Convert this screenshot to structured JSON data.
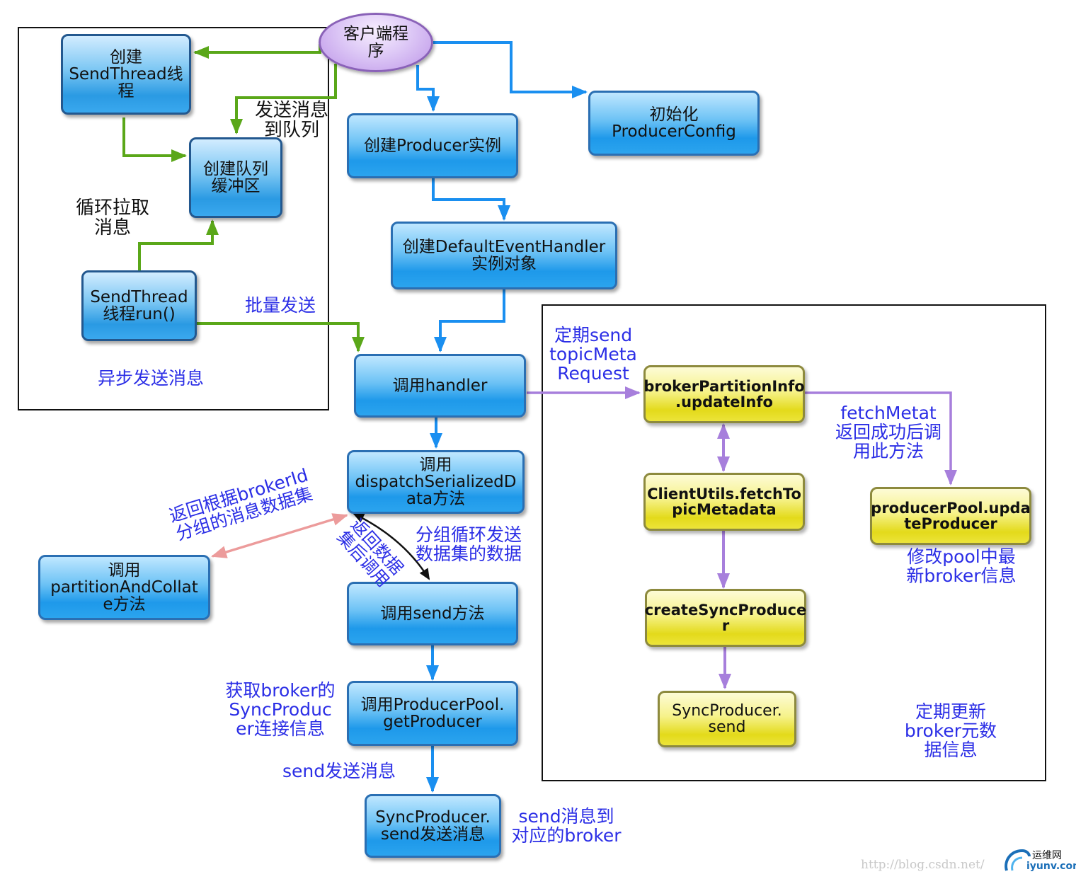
{
  "nodes": {
    "client": "客户端程\n序",
    "create_sendthread": "创建\nSendThread线\n程",
    "create_queue": "创建队列\n缓冲区",
    "sendthread_run": "SendThread\n线程run()",
    "create_producer": "创建Producer实例",
    "init_config": "初始化\nProducerConfig",
    "create_handler": "创建DefaultEventHandler\n实例对象",
    "call_handler": "调用handler",
    "call_dispatch": "调用\ndispatchSerializedD\nata方法",
    "call_partition": "调用\npartitionAndCollat\ne方法",
    "call_send": "调用send方法",
    "call_getproducer": "调用ProducerPool.\ngetProducer",
    "sync_send_msg": "SyncProducer.\nsend发送消息",
    "broker_update": "brokerPartitionInfo\n.updateInfo",
    "fetch_metadata": "ClientUtils.fetchTo\npicMetadata",
    "create_sync": "createSyncProduce\nr",
    "sync_send": "SyncProducer.\nsend",
    "update_producer": "producerPool.upda\nteProducer"
  },
  "labels": {
    "send_to_queue": "发送消息\n到队列",
    "loop_pull": "循环拉取\n消息",
    "batch_send": "批量发送",
    "async_send": "异步发送消息",
    "periodic_send": "定期send\ntopicMeta\nRequest",
    "fetch_callback": "fetchMetat\n返回成功后调\n用此方法",
    "modify_pool": "修改pool中最\n新broker信息",
    "periodic_update": "定期更新\nbroker元数\n据信息",
    "return_grouped": "返回根据brokerId\n分组的消息数据集",
    "return_call": "返回数据\n集后调用",
    "group_loop": "分组循环发送\n数据集的数据",
    "get_conn": "获取broker的\nSyncProduc\ner连接信息",
    "send_msg": "send发送消息",
    "send_to_broker": "send消息到\n对应的broker"
  },
  "watermark": "http://blog.csdn.net/",
  "logo": {
    "top": "运维网",
    "bottom": "iyunv.com"
  },
  "colors": {
    "blue_arrow": "#1a8ff0",
    "green_arrow": "#5aa719",
    "purple_arrow": "#a77fdc",
    "pink_arrow": "#ec9b9b",
    "label_blue": "#2b2ee6"
  }
}
